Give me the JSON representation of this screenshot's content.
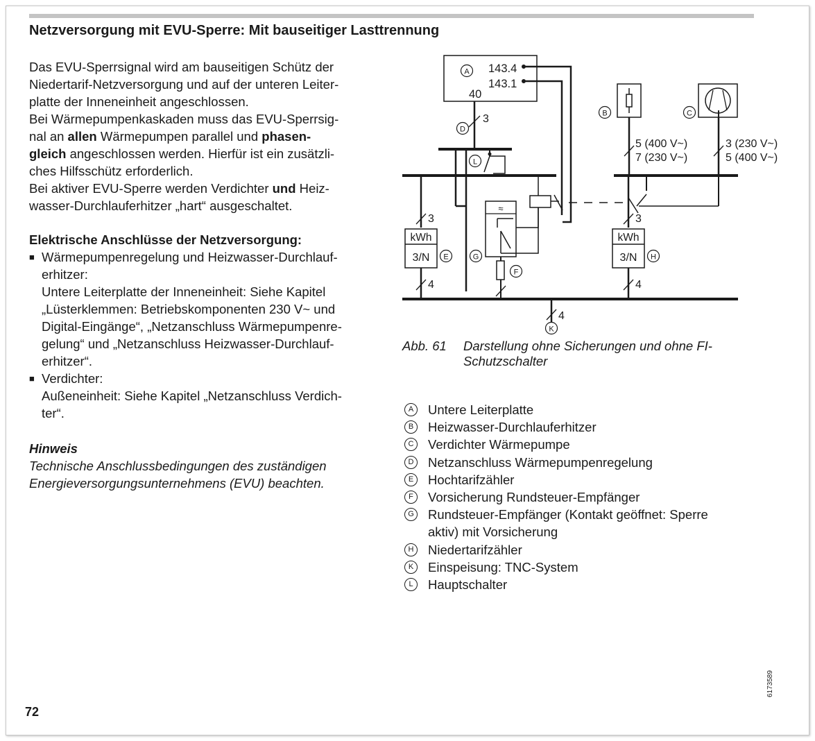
{
  "heading": "Netzversorgung mit EVU-Sperre: Mit bauseitiger Lasttrennung",
  "intro": {
    "lines": [
      "Das EVU-Sperrsignal wird am bauseitigen Schütz der",
      "Niedertarif-Netzversorgung und auf der unteren Leiter-",
      "platte der Inneneinheit angeschlossen."
    ],
    "cascade": {
      "l1": "Bei Wärmepumpenkaskaden muss das EVU-Sperrsig-",
      "l2a": "nal an ",
      "l2b": "allen",
      "l2c": " Wärmepumpen parallel und ",
      "l2d": "phasen-",
      "l3a": "gleich",
      "l3b": " angeschlossen werden. Hierfür ist ein zusätzli-",
      "l4": "ches Hilfsschütz erforderlich."
    },
    "active": {
      "l1a": "Bei aktiver EVU-Sperre werden Verdichter ",
      "l1b": "und",
      "l1c": " Heiz-",
      "l2": "wasser-Durchlauferhitzer „hart“ ausgeschaltet."
    }
  },
  "connections": {
    "title": "Elektrische Anschlüsse der Netzversorgung:",
    "bullet_mark": "■",
    "item1": [
      "Wärmepumpenregelung und Heizwasser-Durchlauf-",
      "erhitzer:",
      "Untere Leiterplatte der Inneneinheit: Siehe Kapitel",
      "„Lüsterklemmen: Betriebskomponenten 230 V~ und",
      "Digital-Eingänge“, „Netzanschluss Wärmepumpenre-",
      "gelung“ und „Netzanschluss Heizwasser-Durchlauf-",
      "erhitzer“."
    ],
    "item2": [
      "Verdichter:",
      "Außeneinheit: Siehe Kapitel „Netzanschluss Verdich-",
      "ter“."
    ]
  },
  "note": {
    "title": "Hinweis",
    "lines": [
      "Technische Anschlussbedingungen des zuständigen",
      "Energieversorgungsunternehmens (EVU) beachten."
    ]
  },
  "diagram": {
    "terminal_1434": "143.4",
    "terminal_1431": "143.1",
    "terminal_40": "40",
    "wires_3": "3",
    "wires_4": "4",
    "b_wires_1": "5 (400 V~)",
    "b_wires_2": "7 (230 V~)",
    "c_wires_1": "3 (230 V~)",
    "c_wires_2": "5 (400 V~)",
    "meter_kwh": "kWh",
    "meter_phase": "3/N",
    "rse_symbol": "≈",
    "labels": {
      "A": "A",
      "B": "B",
      "C": "C",
      "D": "D",
      "E": "E",
      "F": "F",
      "G": "G",
      "H": "H",
      "K": "K",
      "L": "L"
    }
  },
  "caption": {
    "number": "Abb. 61",
    "line1": "Darstellung ohne Sicherungen und ohne FI-",
    "line2": "Schutzschalter"
  },
  "legend": [
    {
      "key": "A",
      "text": "Untere Leiterplatte"
    },
    {
      "key": "B",
      "text": "Heizwasser-Durchlauferhitzer"
    },
    {
      "key": "C",
      "text": "Verdichter Wärmepumpe"
    },
    {
      "key": "D",
      "text": "Netzanschluss Wärmepumpenregelung"
    },
    {
      "key": "E",
      "text": "Hochtarifzähler"
    },
    {
      "key": "F",
      "text": "Vorsicherung Rundsteuer-Empfänger"
    },
    {
      "key": "G",
      "text": "Rundsteuer-Empfänger (Kontakt geöffnet: Sperre"
    },
    {
      "key": "",
      "text": "aktiv) mit Vorsicherung"
    },
    {
      "key": "H",
      "text": "Niedertarifzähler"
    },
    {
      "key": "K",
      "text": "Einspeisung: TNC-System"
    },
    {
      "key": "L",
      "text": "Hauptschalter"
    }
  ],
  "page_number": "72",
  "doc_code": "6173589"
}
